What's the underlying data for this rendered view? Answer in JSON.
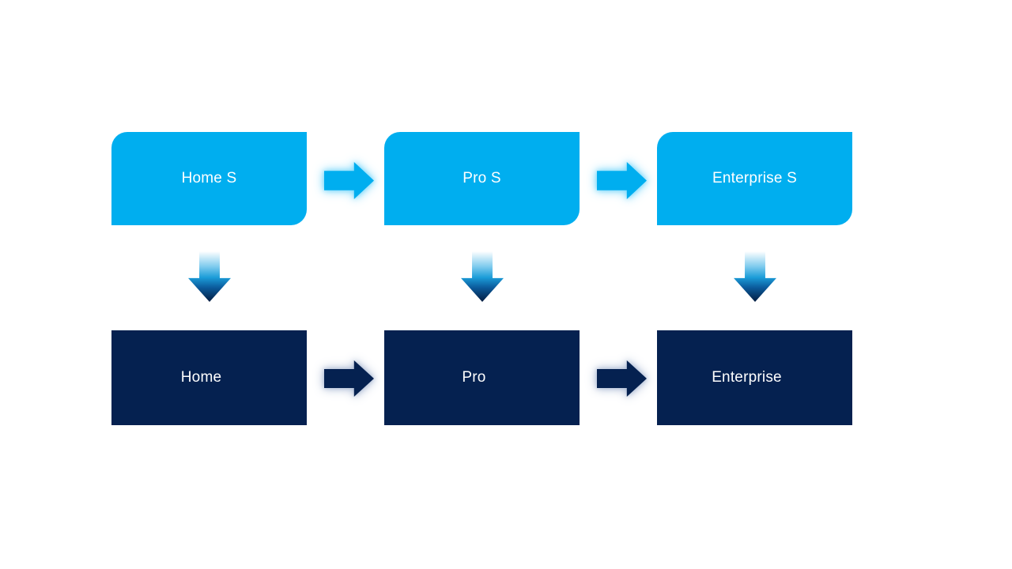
{
  "diagram": {
    "description": "Two-row product edition flow diagram",
    "columns": [
      {
        "top_label": "Home S",
        "bottom_label": "Home"
      },
      {
        "top_label": "Pro S",
        "bottom_label": "Pro"
      },
      {
        "top_label": "Enterprise S",
        "bottom_label": "Enterprise"
      }
    ],
    "colors": {
      "canvas_bg": "#FFFFFF",
      "top_box": "#00AEEF",
      "bottom_box": "#052150",
      "label_text": "#FFFFFF",
      "right_arrow_top": "#00AEEF",
      "right_arrow_top_glow": "#7FD9FB",
      "right_arrow_bottom": "#052150",
      "right_arrow_bottom_glow": "#AFBDD6",
      "down_arrow_gradient": [
        "#FFFFFF",
        "#7FCBEE",
        "#1B9CD8",
        "#0B5A9B",
        "#041C40"
      ]
    }
  }
}
